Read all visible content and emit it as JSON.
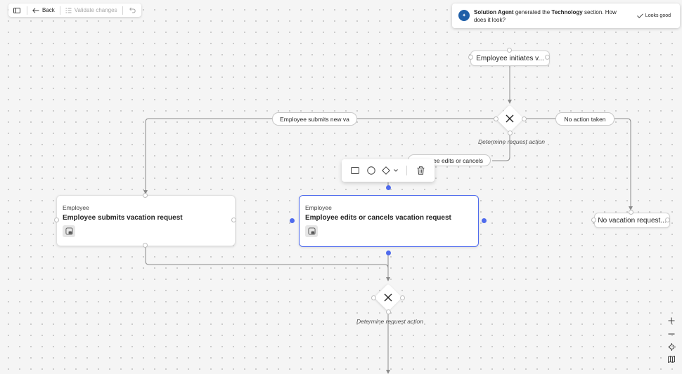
{
  "toolbar": {
    "back_label": "Back",
    "validate_label": "Validate changes"
  },
  "notification": {
    "agent": "Solution Agent",
    "text1": " generated the ",
    "section": "Technology",
    "text2": " section. How does it look?",
    "looks_good": "Looks good"
  },
  "flow": {
    "start_node": "Employee initiates v...",
    "decision1_caption": "Determine request action",
    "branch_left": "Employee submits new va",
    "branch_right": "No action taken",
    "branch_middle": "ee edits or cancels",
    "card_left": {
      "role": "Employee",
      "title": "Employee submits vacation request"
    },
    "card_mid": {
      "role": "Employee",
      "title": "Employee edits or cancels vacation request"
    },
    "end_right": "No vacation request...",
    "decision2_caption": "Determine request action"
  },
  "colors": {
    "accent": "#4f6bed",
    "edge": "#8a8a8a"
  },
  "icons": [
    "sidebar-toggle-icon",
    "arrow-left-icon",
    "checklist-icon",
    "undo-icon",
    "agent-icon",
    "checkmark-icon",
    "close-x-icon",
    "database-icon",
    "rectangle-icon",
    "circle-icon",
    "diamond-icon",
    "chevron-down-icon",
    "trash-icon",
    "zoom-in-icon",
    "zoom-out-icon",
    "fit-view-icon",
    "map-icon"
  ]
}
